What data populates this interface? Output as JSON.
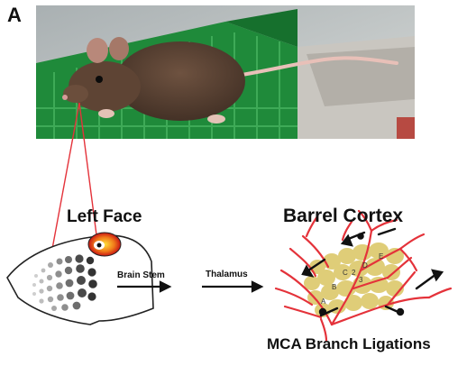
{
  "panel_letter": "A",
  "labels": {
    "left_face": "Left Face",
    "barrel_cortex": "Barrel Cortex",
    "brain_stem": "Brain Stem",
    "thalamus": "Thalamus",
    "mca": "MCA Branch Ligations"
  },
  "barrel_letters": [
    "E",
    "D",
    "C",
    "B",
    "A",
    "2",
    "3"
  ],
  "colors": {
    "cage_green": "#1f8a3a",
    "mouse_fur": "#5a4232",
    "vessel_red": "#e4323a",
    "barrel_fill": "#dcc86a",
    "ligation_black": "#111111"
  }
}
